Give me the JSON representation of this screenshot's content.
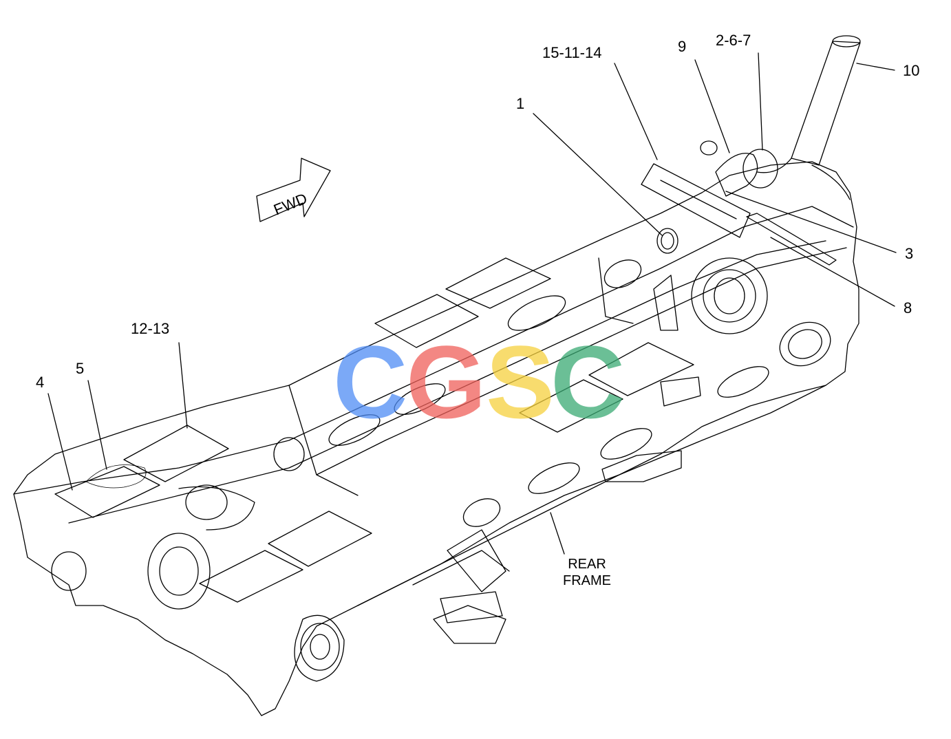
{
  "diagram": {
    "direction_arrow": "FWD",
    "frame_label": [
      "REAR",
      "FRAME"
    ],
    "callouts": [
      {
        "id": "c1",
        "text": "1"
      },
      {
        "id": "c3",
        "text": "3"
      },
      {
        "id": "c8",
        "text": "8"
      },
      {
        "id": "c9",
        "text": "9"
      },
      {
        "id": "c10",
        "text": "10"
      },
      {
        "id": "c267",
        "text": "2-6-7"
      },
      {
        "id": "c151114",
        "text": "15-11-14"
      },
      {
        "id": "c1213",
        "text": "12-13"
      },
      {
        "id": "c4",
        "text": "4"
      },
      {
        "id": "c5",
        "text": "5"
      }
    ]
  },
  "watermark": {
    "letters": [
      "C",
      "G",
      "S",
      "C"
    ],
    "colors": [
      "#4f8df5",
      "#f0605a",
      "#f6d13e",
      "#3aaa73"
    ]
  }
}
